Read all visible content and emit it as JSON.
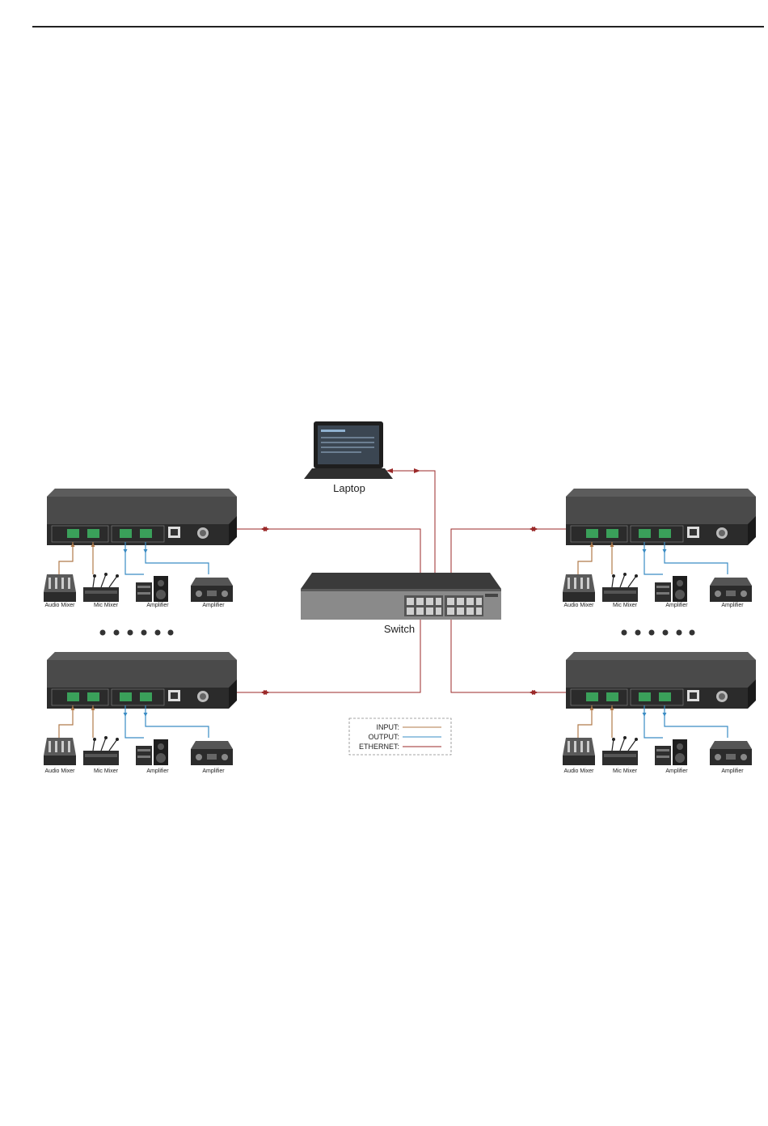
{
  "devices": {
    "laptop": {
      "label": "Laptop"
    },
    "switch": {
      "label": "Switch"
    }
  },
  "labels": {
    "audio_mixer": "Audio Mixer",
    "mic_mixer": "Mic Mixer",
    "amplifier": "Amplifier"
  },
  "legend": {
    "input": "INPUT:",
    "output": "OUTPUT:",
    "ethernet": "ETHERNET:"
  },
  "colors": {
    "input": "#b07a4a",
    "output": "#3a8cc4",
    "ethernet": "#9b2a2a",
    "device_body": "#2b2b2b",
    "terminal_green": "#3aa05a"
  }
}
